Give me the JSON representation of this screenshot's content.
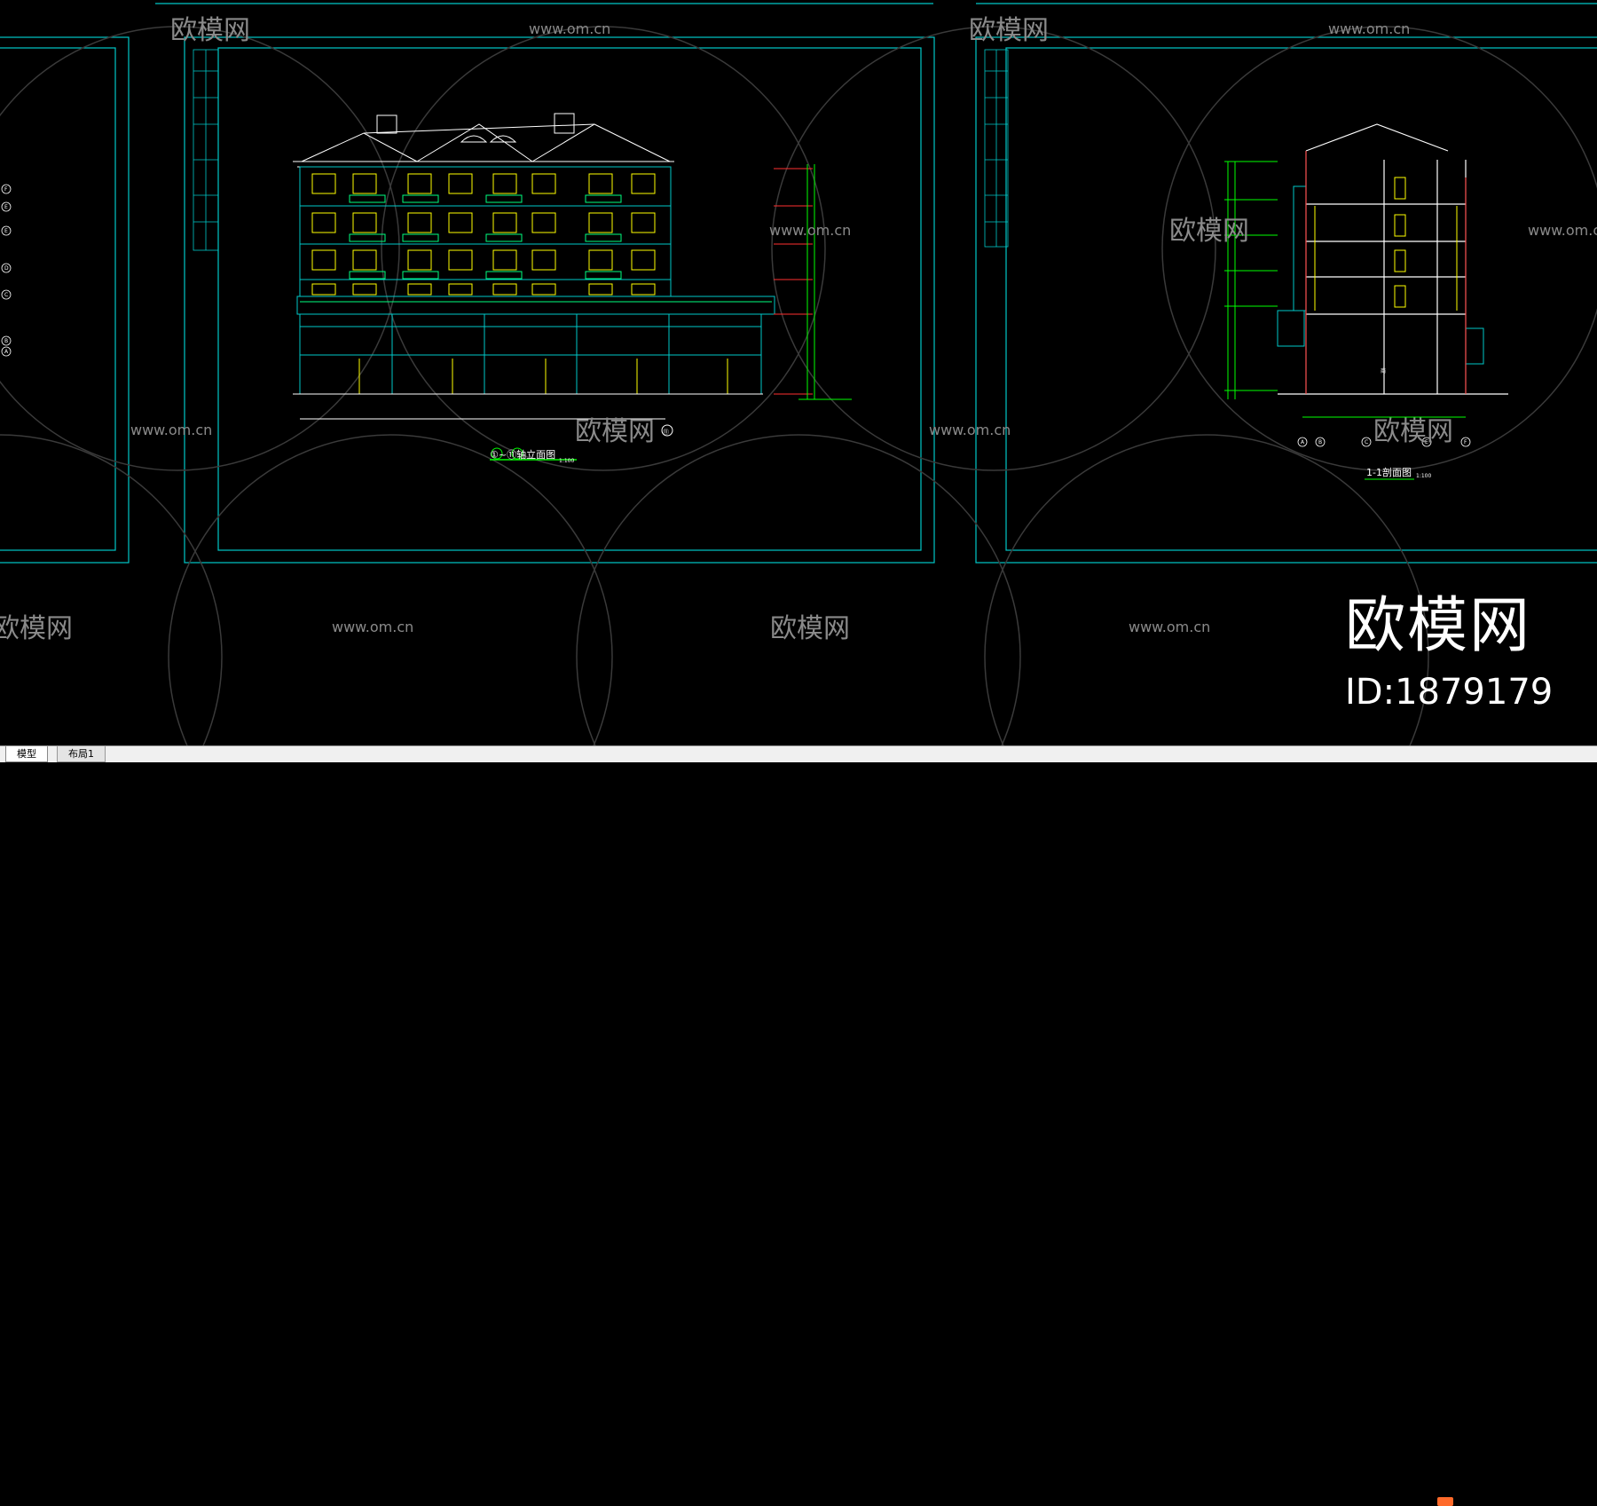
{
  "app": {
    "tabs": [
      {
        "label": "模型",
        "active": true
      },
      {
        "label": "布局1",
        "active": false
      }
    ]
  },
  "drawing": {
    "elevation_title": "①~⑪轴立面图",
    "elevation_scale": "1:100",
    "section_title": "1-1剖面图",
    "section_scale": "1:100",
    "grid_bubbles_left": [
      "F",
      "E",
      "E",
      "D",
      "C",
      "B",
      "A"
    ],
    "grid_bubbles_section": [
      "A",
      "B",
      "C",
      "E",
      "F"
    ],
    "elevation_end_bubble": "⑪",
    "section_room_label": "商"
  },
  "watermark": {
    "site": "www.om.cn",
    "brand": "欧模网",
    "id_text": "ID:1879179"
  },
  "colors": {
    "background": "#000000",
    "frame": "#00c8c8",
    "white_lines": "#ffffff",
    "yellow": "#ffff00",
    "green": "#00ff00",
    "red": "#ff0000",
    "watermark": "#888888"
  }
}
